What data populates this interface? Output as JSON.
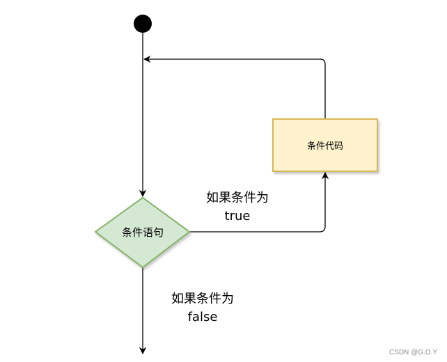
{
  "nodes": {
    "start": {
      "type": "start"
    },
    "condition": {
      "label": "条件语句"
    },
    "body": {
      "label": "条件代码"
    }
  },
  "edges": {
    "true_branch": {
      "line1": "如果条件为",
      "line2": "true"
    },
    "false_branch": {
      "line1": "如果条件为",
      "line2": "false"
    }
  },
  "watermark": "CSDN @G.O.Y",
  "colors": {
    "diamond_fill": "#d5e8d4",
    "diamond_stroke": "#82b366",
    "process_fill": "#fff2cc",
    "process_stroke": "#d6b656",
    "edge": "#000000",
    "start": "#000000"
  }
}
